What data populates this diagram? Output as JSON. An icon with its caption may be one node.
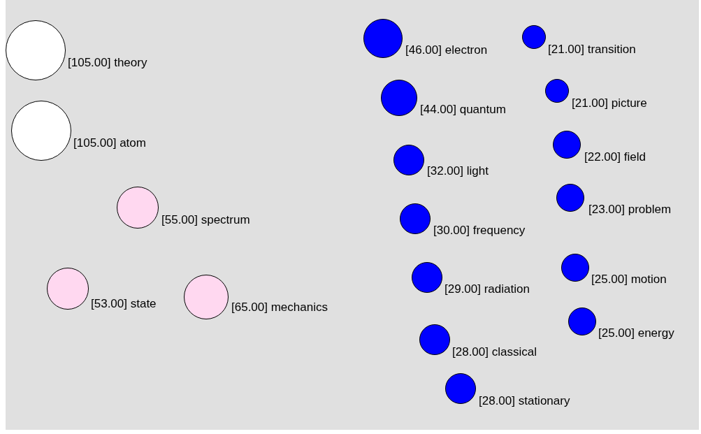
{
  "diagram": {
    "nodes": [
      {
        "text": [],
        "shape": "circle",
        "beside": [
          "[105.00] theory"
        ]
      },
      {
        "text": [],
        "shape": "circle",
        "beside": [
          "[105.00] atom"
        ]
      },
      {
        "text": [],
        "shape": "circle",
        "beside": [
          "[55.00] spectrum"
        ]
      },
      {
        "text": [],
        "shape": "circle",
        "beside": [
          "[53.00] state"
        ]
      },
      {
        "text": [],
        "shape": "circle",
        "beside": [
          "[65.00] mechanics"
        ]
      },
      {
        "text": [],
        "shape": "circle",
        "beside": [
          "[46.00] electron"
        ]
      },
      {
        "text": [],
        "shape": "circle",
        "beside": [
          "[44.00] quantum"
        ]
      },
      {
        "text": [],
        "shape": "circle",
        "beside": [
          "[32.00] light"
        ]
      },
      {
        "text": [],
        "shape": "circle",
        "beside": [
          "[30.00] frequency"
        ]
      },
      {
        "text": [],
        "shape": "circle",
        "beside": [
          "[29.00] radiation"
        ]
      },
      {
        "text": [],
        "shape": "circle",
        "beside": [
          "[28.00] classical"
        ]
      },
      {
        "text": [],
        "shape": "circle",
        "beside": [
          "[28.00] stationary"
        ]
      },
      {
        "text": [],
        "shape": "circle",
        "beside": [
          "[21.00] transition"
        ]
      },
      {
        "text": [],
        "shape": "circle",
        "beside": [
          "[21.00] picture"
        ]
      },
      {
        "text": [],
        "shape": "circle",
        "beside": [
          "[22.00] field"
        ]
      },
      {
        "text": [],
        "shape": "circle",
        "beside": [
          "[23.00] problem"
        ]
      },
      {
        "text": [],
        "shape": "circle",
        "beside": [
          "[25.00] motion"
        ]
      },
      {
        "text": [],
        "shape": "circle",
        "beside": [
          "[25.00] energy"
        ]
      }
    ]
  }
}
